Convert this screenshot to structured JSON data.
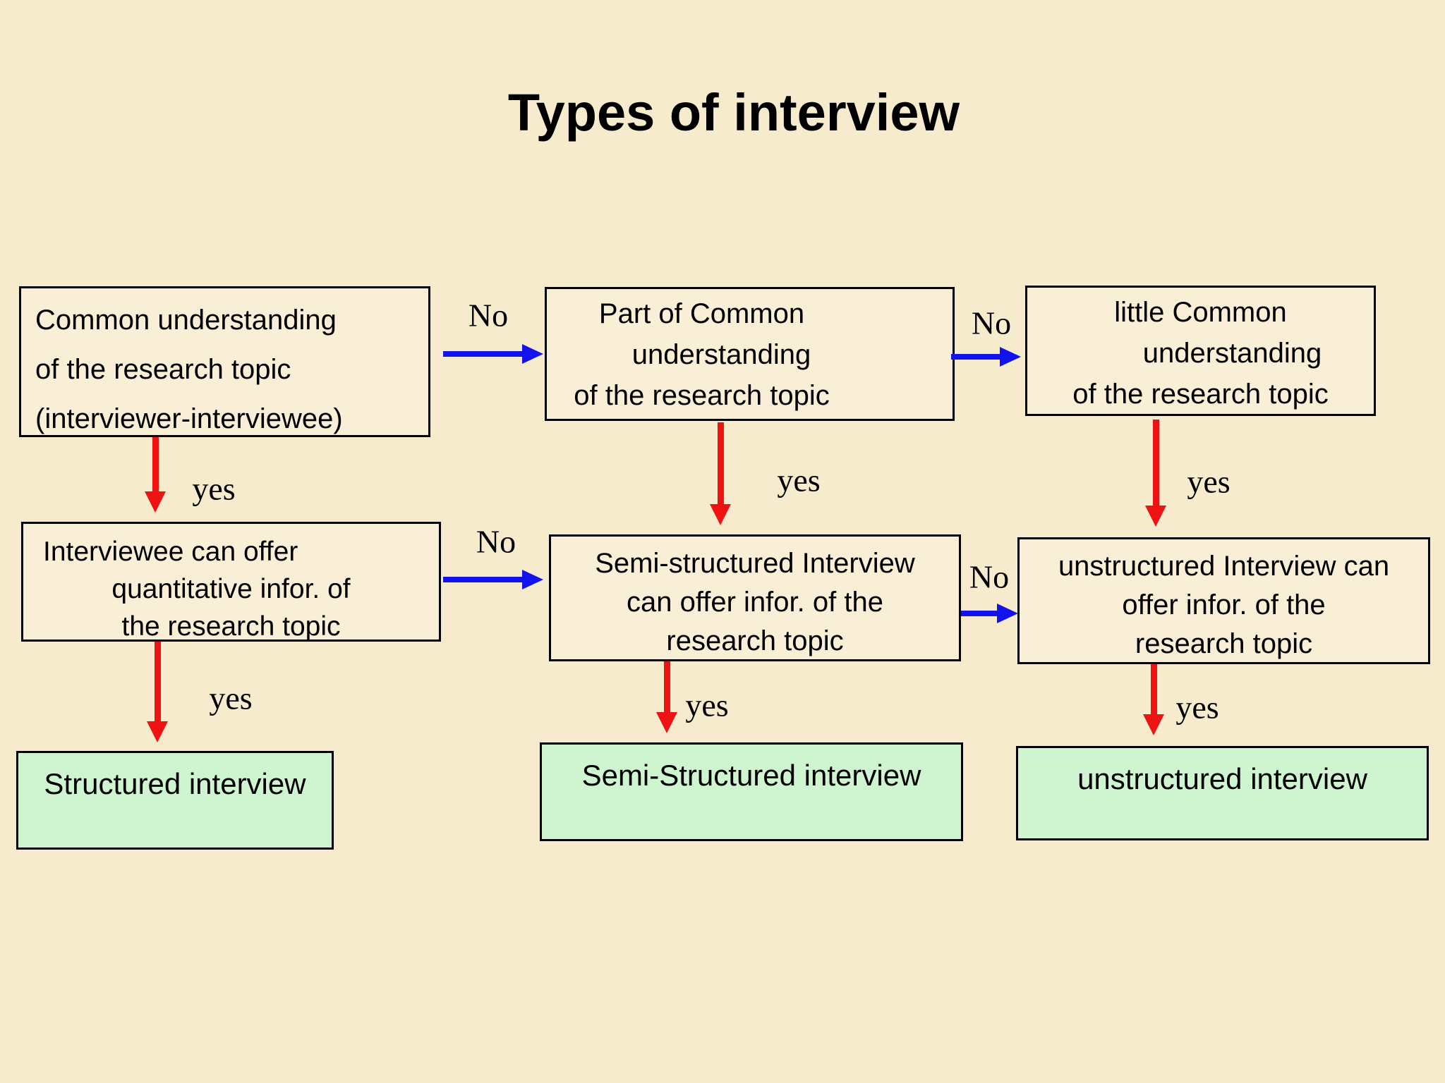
{
  "title": "Types of interview",
  "labels": {
    "no": "No",
    "yes": "yes"
  },
  "colors": {
    "background": "#F7EBCD",
    "box_fill": "#F9EFD6",
    "result_fill": "#CEF5CF",
    "arrow_red": "#EE1212",
    "arrow_blue": "#1212EF",
    "border": "#000000",
    "text": "#000000"
  },
  "boxes": {
    "b1": {
      "lines": [
        "Common understanding",
        "of the research topic",
        "(interviewer-interviewee)"
      ]
    },
    "b2": {
      "lines": [
        "Part of Common",
        "understanding",
        "of the research topic"
      ]
    },
    "b3": {
      "lines": [
        "little Common",
        "understanding",
        "of the research topic"
      ]
    },
    "b4": {
      "lines": [
        "Interviewee can offer",
        "quantitative infor. of",
        "the research topic"
      ]
    },
    "b5": {
      "lines": [
        "Semi-structured Interview",
        "can offer infor. of the",
        "research topic"
      ]
    },
    "b6": {
      "lines": [
        "unstructured Interview can",
        "offer infor. of the",
        "research topic"
      ]
    },
    "r1": {
      "label": "Structured interview"
    },
    "r2": {
      "label": "Semi-Structured interview"
    },
    "r3": {
      "label": "unstructured interview"
    }
  }
}
